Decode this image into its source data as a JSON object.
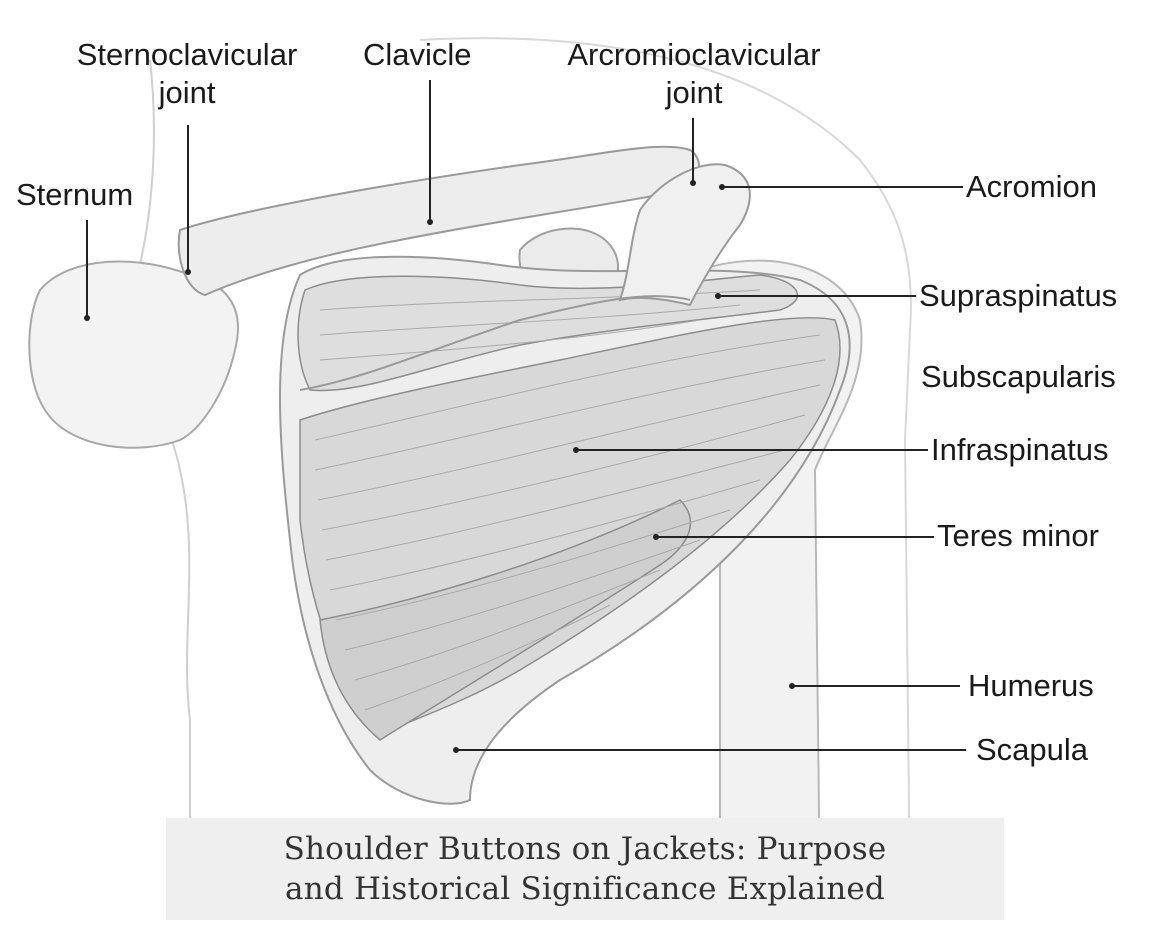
{
  "labels": {
    "sternoclavicular_line1": "Sternoclavicular",
    "sternoclavicular_line2": "joint",
    "clavicle": "Clavicle",
    "acromioclavicular_line1": "Arcromioclavicular",
    "acromioclavicular_line2": "joint",
    "sternum": "Sternum",
    "acromion": "Acromion",
    "supraspinatus": "Supraspinatus",
    "subscapularis": "Subscapularis",
    "infraspinatus": "Infraspinatus",
    "teres_minor": "Teres minor",
    "humerus": "Humerus",
    "scapula": "Scapula"
  },
  "caption": {
    "line1": "Shoulder Buttons on Jackets: Purpose",
    "line2": "and Historical Significance Explained"
  },
  "colors": {
    "bone_fill": "#ececec",
    "muscle_fill": "#d6d6d6",
    "outline": "#9a9a9a",
    "leader": "#222222",
    "caption_bg": "#efefef"
  }
}
